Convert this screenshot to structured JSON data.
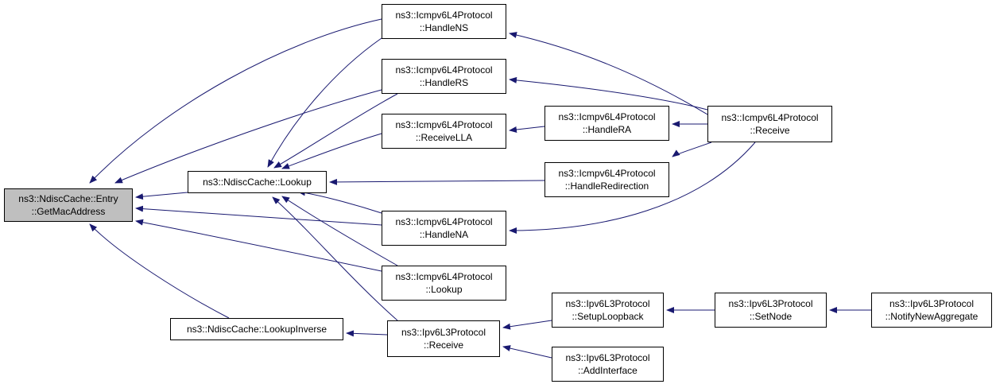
{
  "colors": {
    "edge": "#191970",
    "node_border": "#000000",
    "root_fill": "#bfbfbf",
    "node_fill": "#ffffff"
  },
  "nodes": {
    "entry_getmac": {
      "line1": "ns3::NdiscCache::Entry",
      "line2": "::GetMacAddress"
    },
    "ndisc_lookup": {
      "line1": "ns3::NdiscCache::Lookup"
    },
    "ndisc_lookupinv": {
      "line1": "ns3::NdiscCache::LookupInverse"
    },
    "icmp_handlens": {
      "line1": "ns3::Icmpv6L4Protocol",
      "line2": "::HandleNS"
    },
    "icmp_handlers": {
      "line1": "ns3::Icmpv6L4Protocol",
      "line2": "::HandleRS"
    },
    "icmp_receivella": {
      "line1": "ns3::Icmpv6L4Protocol",
      "line2": "::ReceiveLLA"
    },
    "icmp_handlena": {
      "line1": "ns3::Icmpv6L4Protocol",
      "line2": "::HandleNA"
    },
    "icmp_lookup": {
      "line1": "ns3::Icmpv6L4Protocol",
      "line2": "::Lookup"
    },
    "icmp_handlera": {
      "line1": "ns3::Icmpv6L4Protocol",
      "line2": "::HandleRA"
    },
    "icmp_handleredir": {
      "line1": "ns3::Icmpv6L4Protocol",
      "line2": "::HandleRedirection"
    },
    "icmp_receive": {
      "line1": "ns3::Icmpv6L4Protocol",
      "line2": "::Receive"
    },
    "ipv6_receive": {
      "line1": "ns3::Ipv6L3Protocol",
      "line2": "::Receive"
    },
    "ipv6_setuploop": {
      "line1": "ns3::Ipv6L3Protocol",
      "line2": "::SetupLoopback"
    },
    "ipv6_addiface": {
      "line1": "ns3::Ipv6L3Protocol",
      "line2": "::AddInterface"
    },
    "ipv6_setnode": {
      "line1": "ns3::Ipv6L3Protocol",
      "line2": "::SetNode"
    },
    "ipv6_notify": {
      "line1": "ns3::Ipv6L3Protocol",
      "line2": "::NotifyNewAggregate"
    }
  }
}
